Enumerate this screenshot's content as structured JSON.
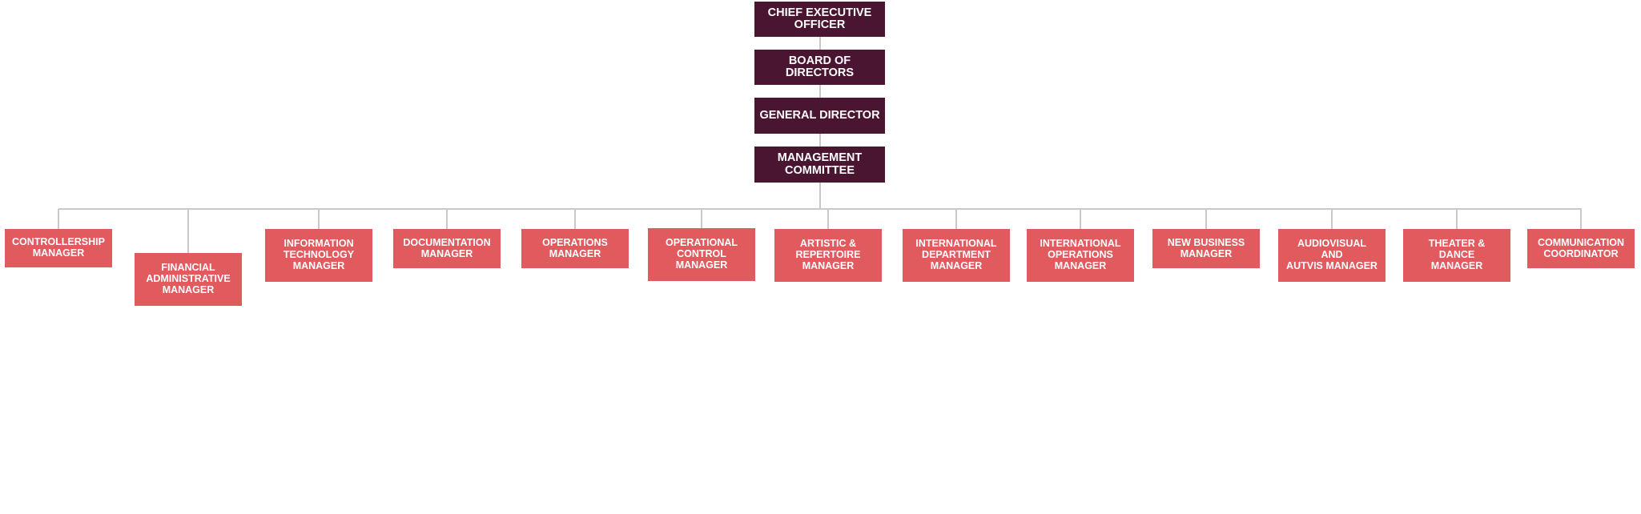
{
  "colors": {
    "executive": "#4a1530",
    "manager": "#e05a5e",
    "connector": "#c9c9c9",
    "text": "#ffffff"
  },
  "executive": [
    {
      "label": "CHIEF EXECUTIVE\nOFFICER"
    },
    {
      "label": "BOARD OF DIRECTORS"
    },
    {
      "label": "GENERAL DIRECTOR"
    },
    {
      "label": "MANAGEMENT\nCOMMITTEE"
    }
  ],
  "managers": [
    {
      "label": "CONTROLLERSHIP\nMANAGER"
    },
    {
      "label": "FINANCIAL\nADMINISTRATIVE\nMANAGER"
    },
    {
      "label": "INFORMATION\nTECHNOLOGY\nMANAGER"
    },
    {
      "label": "DOCUMENTATION\nMANAGER"
    },
    {
      "label": "OPERATIONS\nMANAGER"
    },
    {
      "label": "OPERATIONAL\nCONTROL\nMANAGER"
    },
    {
      "label": "ARTISTIC &\nREPERTOIRE\nMANAGER"
    },
    {
      "label": "INTERNATIONAL\nDEPARTMENT\nMANAGER"
    },
    {
      "label": "INTERNATIONAL\nOPERATIONS\nMANAGER"
    },
    {
      "label": "NEW BUSINESS\nMANAGER"
    },
    {
      "label": "AUDIOVISUAL\nAND\nAUTVIS MANAGER"
    },
    {
      "label": "THEATER &\nDANCE\nMANAGER"
    },
    {
      "label": "COMMUNICATION\nCOORDINATOR"
    }
  ]
}
